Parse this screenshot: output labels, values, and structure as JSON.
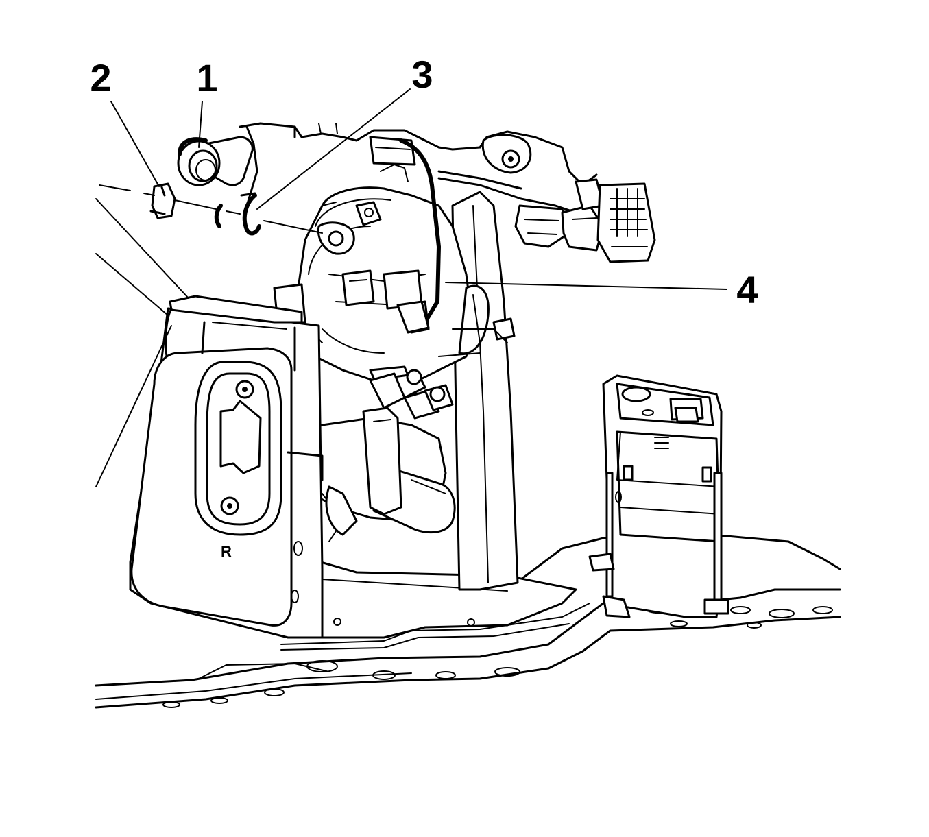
{
  "callouts": [
    {
      "id": "1",
      "label": "1"
    },
    {
      "id": "2",
      "label": "2"
    },
    {
      "id": "3",
      "label": "3"
    },
    {
      "id": "4",
      "label": "4"
    }
  ],
  "bracket_marking": "R"
}
